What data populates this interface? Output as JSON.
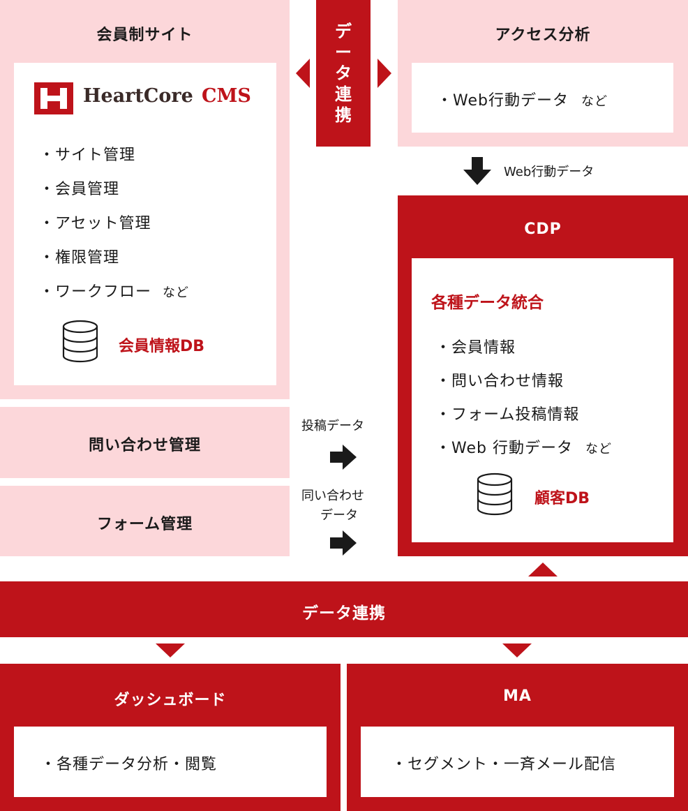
{
  "membership_site": {
    "title": "会員制サイト",
    "logo_text_heart": "HeartCore",
    "logo_text_cms": "CMS",
    "items": [
      "・サイト管理",
      "・会員管理",
      "・アセット管理",
      "・権限管理",
      "・ワークフロー"
    ],
    "items_suffix": "など",
    "db_label": "会員情報DB"
  },
  "data_link_vertical": {
    "label": "データ連携",
    "chars": [
      "デ",
      "ー",
      "タ",
      "連",
      "携"
    ]
  },
  "access_analysis": {
    "title": "アクセス分析",
    "item": "・Web行動データ",
    "item_suffix": "など"
  },
  "web_flow_label": "Web行動データ",
  "cdp": {
    "title": "CDP",
    "subtitle": "各種データ統合",
    "items": [
      "・会員情報",
      "・問い合わせ情報",
      "・フォーム投稿情報",
      "・Web 行動データ"
    ],
    "items_suffix": "など",
    "db_label": "顧客DB"
  },
  "inquiry_management": {
    "title": "問い合わせ管理"
  },
  "form_management": {
    "title": "フォーム管理"
  },
  "post_data_label": "投稿データ",
  "inquiry_data_label_line1": "同い合わせ",
  "inquiry_data_label_line2": "データ",
  "data_link_bar": {
    "label": "データ連携"
  },
  "dashboard": {
    "title": "ダッシュボード",
    "item": "・各種データ分析・閲覧"
  },
  "ma": {
    "title": "MA",
    "item": "・セグメント・一斉メール配信"
  },
  "colors": {
    "red": "#be131a",
    "pink": "#fcd7da",
    "dark": "#1a1a1a"
  }
}
